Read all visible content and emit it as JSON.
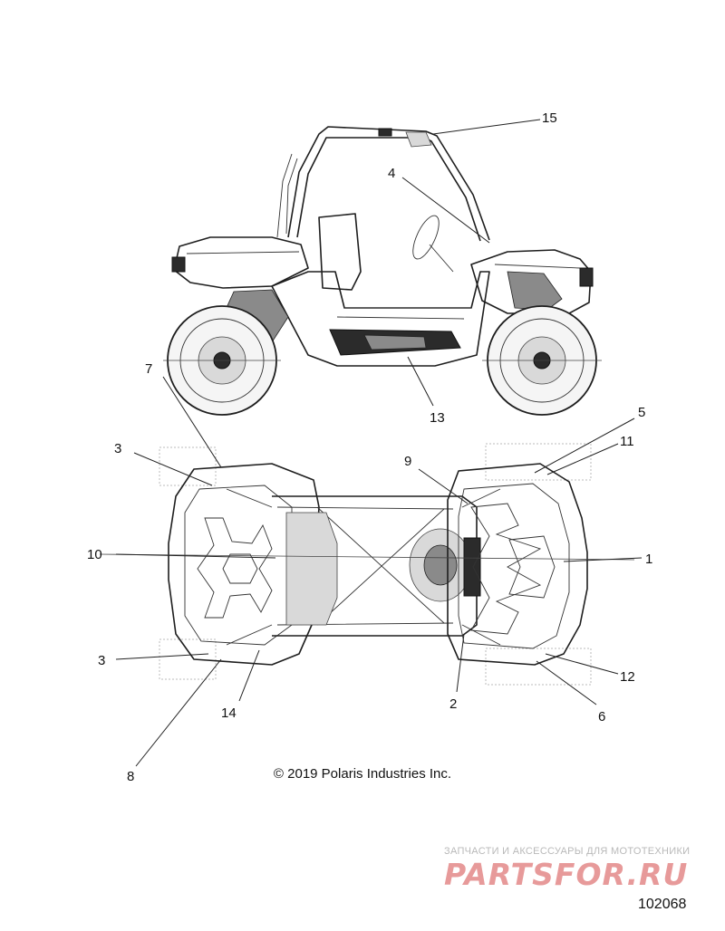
{
  "callouts": [
    {
      "id": "c1",
      "label": "1"
    },
    {
      "id": "c2",
      "label": "2"
    },
    {
      "id": "c3a",
      "label": "3"
    },
    {
      "id": "c3b",
      "label": "3"
    },
    {
      "id": "c4",
      "label": "4"
    },
    {
      "id": "c5",
      "label": "5"
    },
    {
      "id": "c6",
      "label": "6"
    },
    {
      "id": "c7",
      "label": "7"
    },
    {
      "id": "c8",
      "label": "8"
    },
    {
      "id": "c9",
      "label": "9"
    },
    {
      "id": "c10",
      "label": "10"
    },
    {
      "id": "c11",
      "label": "11"
    },
    {
      "id": "c12",
      "label": "12"
    },
    {
      "id": "c13",
      "label": "13"
    },
    {
      "id": "c14",
      "label": "14"
    },
    {
      "id": "c15",
      "label": "15"
    }
  ],
  "copyright": "© 2019 Polaris Industries Inc.",
  "watermark": {
    "subtitle": "ЗАПЧАСТИ И АКСЕССУАРЫ ДЛЯ МОТОТЕХНИКИ",
    "logo": "PARTSFOR.RU"
  },
  "diagram_number": "102068"
}
